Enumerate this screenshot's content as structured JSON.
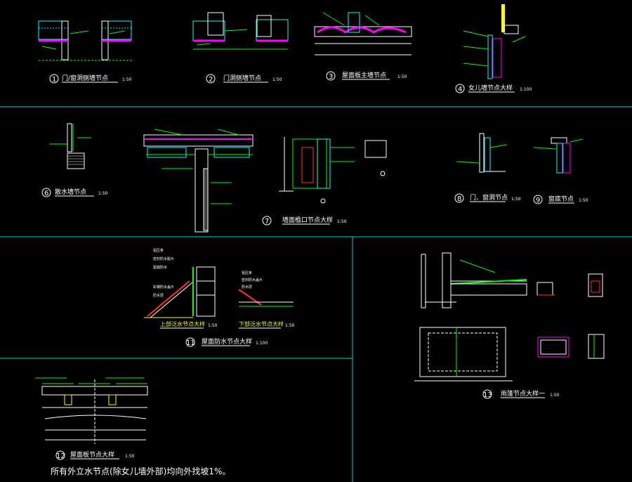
{
  "colors": {
    "background": "#000000",
    "frame": "#00d6d6",
    "detail_white": "#ffffff",
    "detail_cyan": "#00ffff",
    "detail_green": "#00ff00",
    "detail_yellow": "#ffff00",
    "detail_magenta": "#ff00ff",
    "detail_red": "#ff3030"
  },
  "details": [
    {
      "num": "1",
      "title": "门/窗洞侧墙节点",
      "scale": "1:50"
    },
    {
      "num": "2",
      "title": "门洞侧墙节点",
      "scale": "1:50"
    },
    {
      "num": "3",
      "title": "屋面板主墙节点",
      "scale": "1:50"
    },
    {
      "num": "4",
      "title": "女儿墙节点大样",
      "scale": "1:100"
    },
    {
      "num": "6",
      "title": "散水墙节点",
      "scale": "1:50"
    },
    {
      "num": "7",
      "title": "墙面檐口节点大样",
      "scale": "1:50"
    },
    {
      "num": "8",
      "title": "门、窗洞节点",
      "scale": "1:50"
    },
    {
      "num": "9",
      "title": "窗底节点",
      "scale": "1:50"
    },
    {
      "num": "11",
      "title": "屋面防水节点大样",
      "scale": "1:100"
    },
    {
      "num": "12",
      "title": "屋面板节点大样",
      "scale": "1:50"
    },
    {
      "num": "13",
      "title": "雨篷节点大样一",
      "scale": "1:50"
    }
  ],
  "sub_titles": {
    "upper": "上部泛水节点大样",
    "upper_scale": "1:50",
    "lower": "下部泛水节点大样",
    "lower_scale": "1:50"
  },
  "callouts_11": [
    "铝压条",
    "密封防水胶片",
    "屋面防水",
    "彩钢防水盖片",
    "防水层",
    "铝压条",
    "密封防水盖片",
    "防水层"
  ],
  "footer_note": "所有外立水节点(除女儿墙外部)均向外找坡1%。"
}
